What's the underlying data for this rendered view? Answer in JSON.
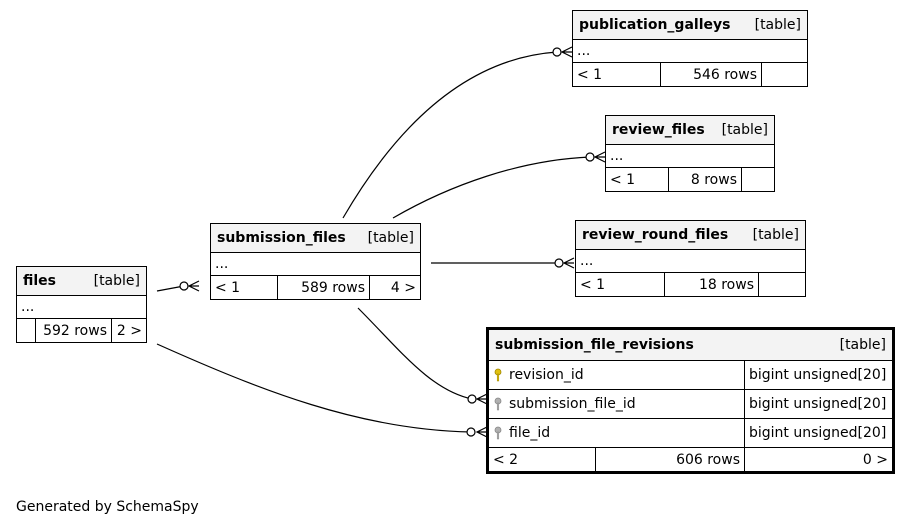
{
  "table_type_label": "[table]",
  "ellipsis": "...",
  "tables": {
    "publication_galleys": {
      "name": "publication_galleys",
      "parents": "< 1",
      "rows": "546 rows",
      "children": ""
    },
    "review_files": {
      "name": "review_files",
      "parents": "< 1",
      "rows": "8 rows",
      "children": ""
    },
    "review_round_files": {
      "name": "review_round_files",
      "parents": "< 1",
      "rows": "18 rows",
      "children": ""
    },
    "submission_files": {
      "name": "submission_files",
      "parents": "< 1",
      "rows": "589 rows",
      "children": "4 >"
    },
    "files": {
      "name": "files",
      "parents": "",
      "rows": "592 rows",
      "children": "2 >"
    },
    "submission_file_revisions": {
      "name": "submission_file_revisions",
      "columns": [
        {
          "name": "revision_id",
          "type": "bigint unsigned[20]",
          "key": "primary-key"
        },
        {
          "name": "submission_file_id",
          "type": "bigint unsigned[20]",
          "key": "foreign-key"
        },
        {
          "name": "file_id",
          "type": "bigint unsigned[20]",
          "key": "foreign-key"
        }
      ],
      "parents": "< 2",
      "rows": "606 rows",
      "children": "0 >"
    }
  },
  "colors": {
    "primary_key": "#e0c010",
    "foreign_key": "#b0b0b0",
    "header_bg": "#f3f3f3"
  },
  "footer": "Generated by SchemaSpy"
}
